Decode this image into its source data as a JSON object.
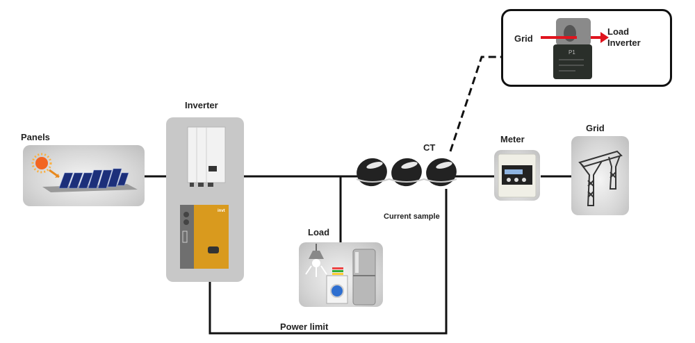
{
  "diagram": {
    "title": "Solar PV power limiting system with CT current sampling",
    "nodes": {
      "panels": {
        "label": "Panels",
        "icon": "solar-panels-icon"
      },
      "inverter": {
        "label": "Inverter",
        "icon": "inverter-icon",
        "brand_mark": "invt"
      },
      "load": {
        "label": "Load",
        "icon": "household-appliances-icon"
      },
      "ct": {
        "label": "CT",
        "icon": "current-transformer-icon"
      },
      "meter": {
        "label": "Meter",
        "icon": "energy-meter-icon"
      },
      "grid": {
        "label": "Grid",
        "icon": "transmission-tower-icon"
      }
    },
    "annotations": {
      "current_sample": "Current sample",
      "power_limit": "Power limit"
    },
    "ct_detail": {
      "left_label": "Grid",
      "right_label_line1": "Load",
      "right_label_line2": "Inverter",
      "direction": "Grid → Load/Inverter",
      "arrow_color": "#e0141e",
      "device_marking": "P1"
    },
    "colors": {
      "wire": "#111111",
      "tile_bg": "#d6d6d6",
      "inverter_orange": "#d99a1e",
      "panel_blue": "#1c2f7a"
    }
  }
}
